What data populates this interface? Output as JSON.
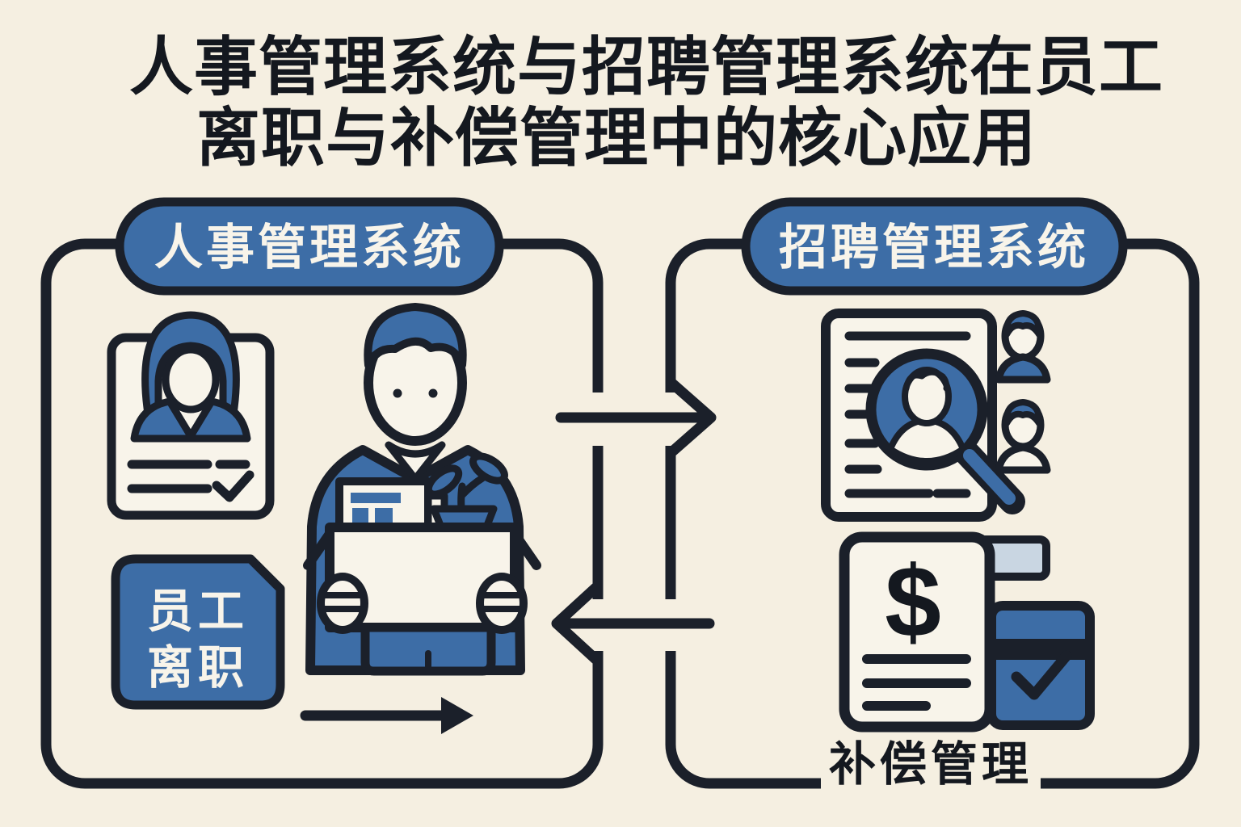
{
  "colors": {
    "background": "#f5efe1",
    "outline": "#1b202a",
    "accent_blue": "#3d6da6",
    "panel_fill": "#f8f4ea",
    "light_blue": "#c9d6e2",
    "title_color": "#14181f"
  },
  "title": {
    "line1": "人事管理系统与招聘管理系统在员工",
    "line2": "离职与补偿管理中的核心应用"
  },
  "left_panel": {
    "header": "人事管理系统",
    "badge": {
      "line1": "员工",
      "line2": "离职"
    },
    "icons": [
      "employee-profile-card-icon",
      "departing-employee-with-box-icon",
      "employee-exit-badge",
      "process-arrow-icon"
    ]
  },
  "right_panel": {
    "header": "招聘管理系统",
    "footer_label": "补偿管理",
    "currency_symbol": "$",
    "icons": [
      "resume-screening-icon",
      "candidate-avatars-icon",
      "compensation-document-icon",
      "payment-card-icon"
    ]
  },
  "flow": {
    "top_arrow": "left-to-right",
    "bottom_arrow": "right-to-left"
  }
}
